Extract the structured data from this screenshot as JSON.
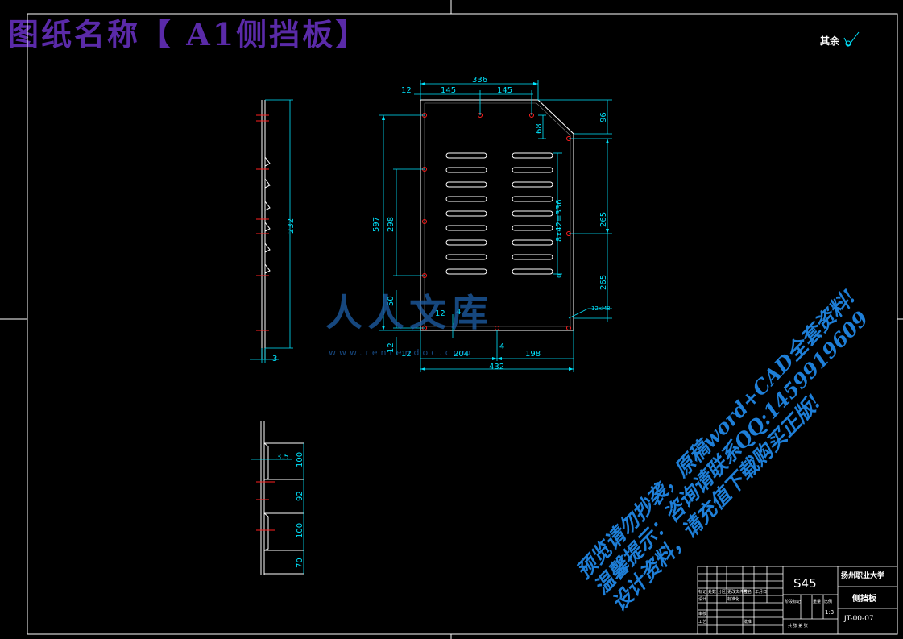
{
  "title": "图纸名称【 A1侧挡板】",
  "rest_roughness": "其余",
  "dims": {
    "d336": "336",
    "d145a": "145",
    "d145b": "145",
    "d12_top": "12",
    "d68": "68",
    "d96": "96",
    "d597": "597",
    "d298": "298",
    "d50": "50",
    "d12_mid": "12",
    "d12_bot": "12",
    "d12_left": "12",
    "d204": "204",
    "d198": "198",
    "d432": "432",
    "d4a": "4",
    "d4b": "4",
    "d265a": "265",
    "d265b": "265",
    "d8x42": "8x42=336",
    "d10": "10",
    "d12xM8": "12xM8",
    "d232": "232",
    "d3": "3",
    "d35": "3.5",
    "d100a": "100",
    "d92": "92",
    "d100b": "100",
    "d70": "70"
  },
  "watermark": {
    "logo": "人人文库",
    "url": "www.renrendoc.com",
    "line1": "预览请勿抄袭，原稿word+CAD全套资料!",
    "line2": "温馨提示：咨询请联系QQ:1459919609",
    "line3": "设计资料，请充值下载购买正版!"
  },
  "titleblock": {
    "material": "S45",
    "school": "扬州职业大学",
    "part_name": "侧挡板",
    "drawing_no": "JT-00-07",
    "scale": "1:3",
    "col_labels": [
      "标记",
      "处数",
      "分区",
      "更改文件号",
      "签名",
      "年月日"
    ],
    "rows": [
      "设计",
      "审核",
      "工艺"
    ],
    "stage": "阶段标记",
    "weight": "重量",
    "ratio": "比例",
    "sheet": "共 张 第 张",
    "std": "标准化",
    "approve": "批准"
  },
  "colors": {
    "background": "#000000",
    "dimension": "#00e5ff",
    "outline": "#ffffff",
    "center_mark": "#ff2020",
    "title": "#5a2aa8",
    "watermark": "#1e7fd8"
  }
}
